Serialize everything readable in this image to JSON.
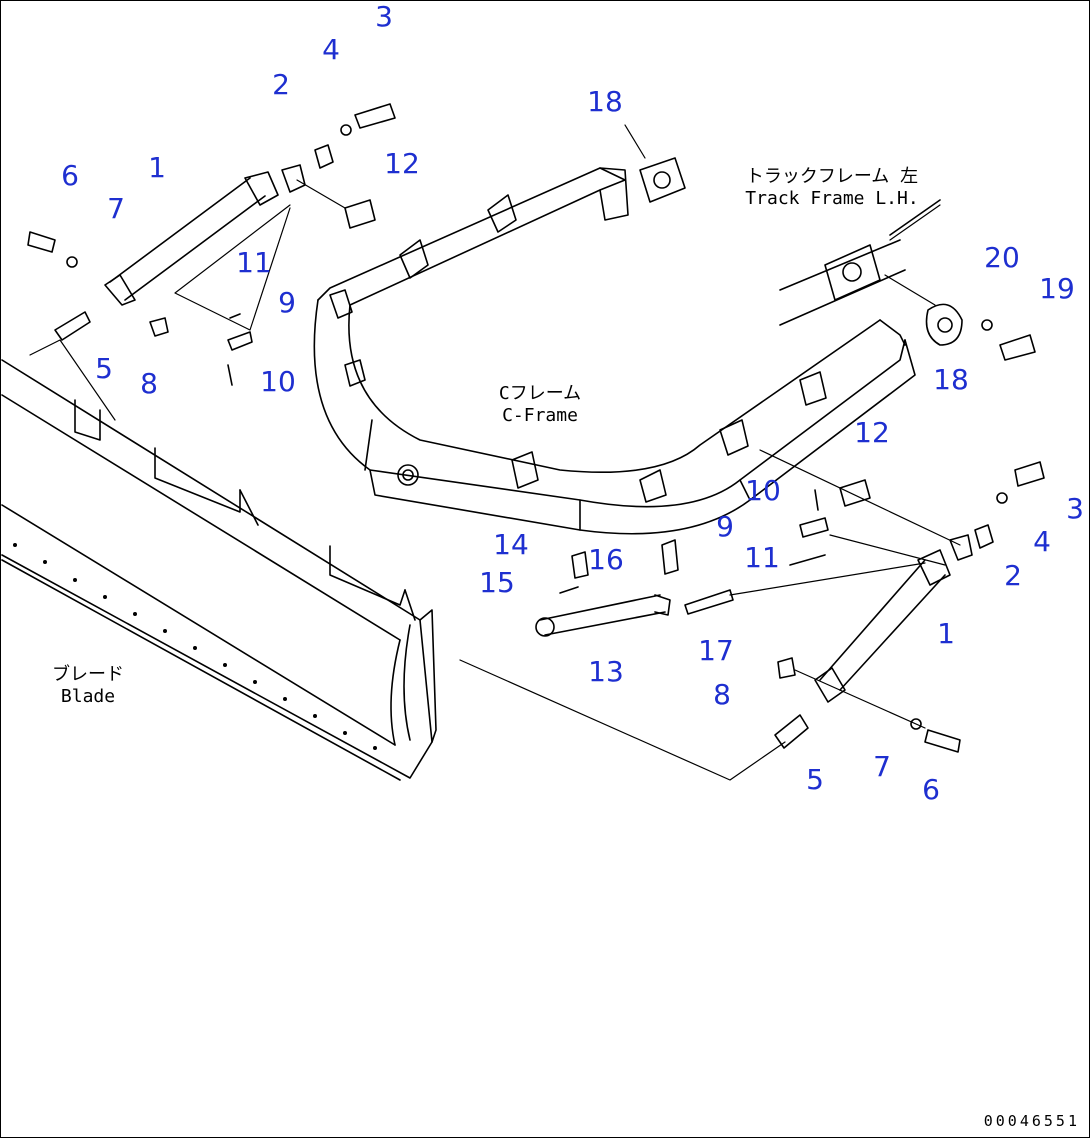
{
  "callouts": {
    "c1": "1",
    "c2": "2",
    "c3": "3",
    "c4": "4",
    "c5": "5",
    "c6": "6",
    "c7": "7",
    "c8": "8",
    "c9": "9",
    "c10": "10",
    "c11": "11",
    "c12": "12",
    "c13": "13",
    "c14": "14",
    "c15": "15",
    "c16": "16",
    "c17": "17",
    "c18": "18",
    "c19": "19",
    "c20": "20"
  },
  "labels": {
    "track_frame_jp": "トラックフレーム 左",
    "track_frame_en": "Track Frame L.H.",
    "c_frame_jp": "Cフレーム",
    "c_frame_en": "C-Frame",
    "blade_jp": "ブレード",
    "blade_en": "Blade"
  },
  "doc_number": "00046551",
  "colors": {
    "callout": "#1e2fd0",
    "line": "#000000"
  }
}
